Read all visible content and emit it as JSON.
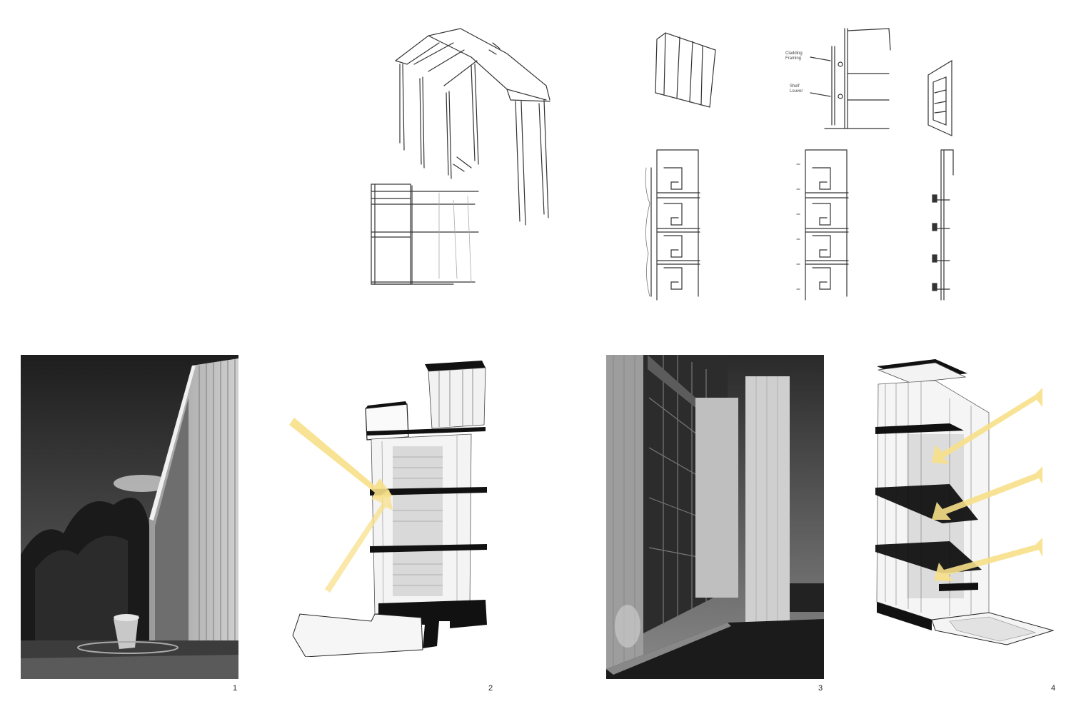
{
  "figure_numbers": [
    "1",
    "2",
    "3",
    "4"
  ],
  "sketch_notes": {
    "note_a_line1": "Cladding",
    "note_a_line2": "Framing",
    "note_b_line1": "Shelf",
    "note_b_line2": "Louver"
  },
  "colors": {
    "sun_arrow": "#f7e08a",
    "ink": "#333333",
    "photo_dark": "#2a2a2a",
    "photo_mid": "#8c8c8c"
  },
  "icons": {
    "sun_arrow": "arrow-icon"
  }
}
